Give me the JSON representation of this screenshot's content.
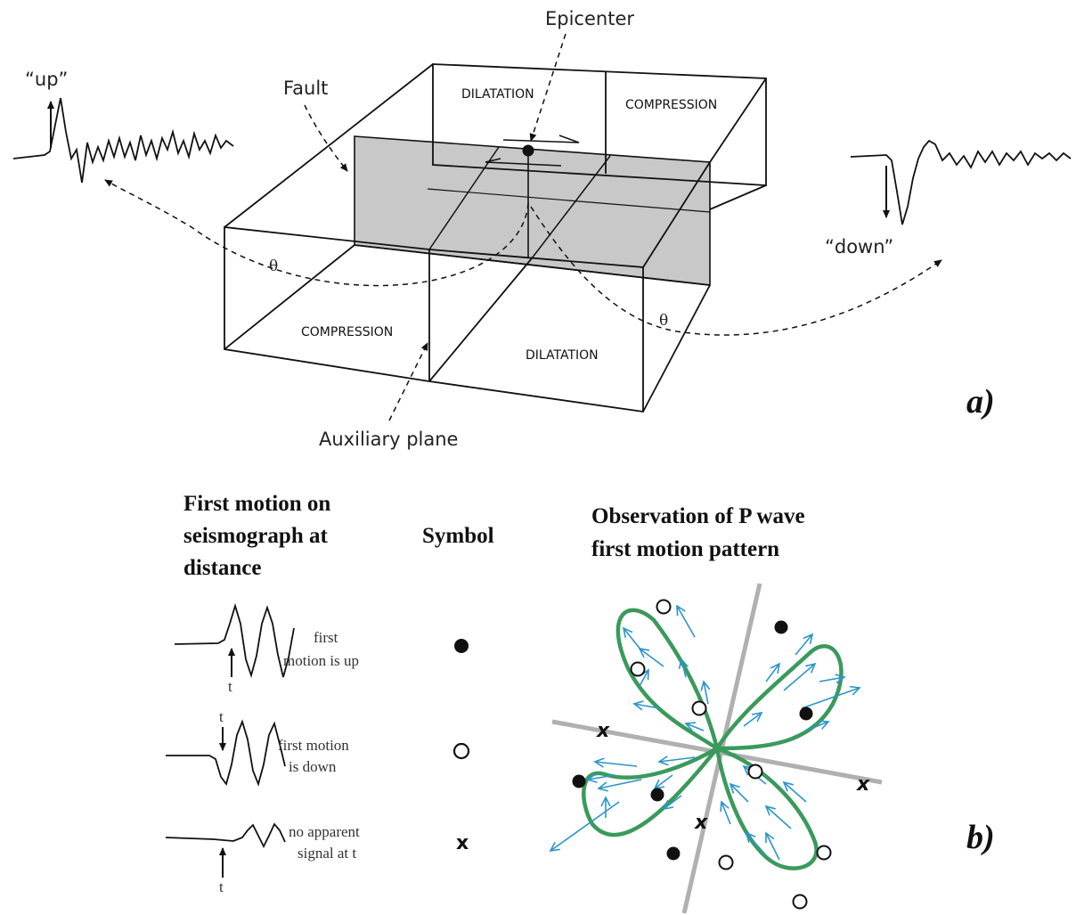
{
  "panel_a": {
    "epicenter": "Epicenter",
    "fault": "Fault",
    "auxiliary_plane": "Auxiliary plane",
    "up": "“up”",
    "down": "“down”",
    "theta": "θ",
    "quadrants": {
      "dilatation_back": "DILATATION",
      "compression_back": "COMPRESSION",
      "compression_front": "COMPRESSION",
      "dilatation_front": "DILATATION"
    },
    "label": "a)"
  },
  "panel_b": {
    "heading_first_motion": [
      "First motion on",
      "seismograph at",
      "distance"
    ],
    "heading_symbol": "Symbol",
    "heading_observation": [
      "Observation of P wave",
      "first motion pattern"
    ],
    "rows": [
      {
        "text": [
          "first",
          "motion is up"
        ],
        "arrow_label": "t",
        "symbol": "filled-circle"
      },
      {
        "text": [
          "first motion",
          "is down"
        ],
        "arrow_label": "t",
        "symbol": "open-circle"
      },
      {
        "text": [
          "no apparent",
          "signal at t"
        ],
        "arrow_label": "t",
        "symbol": "x",
        "symbol_text": "x"
      }
    ],
    "nodal_marks": [
      "x",
      "x",
      "x"
    ],
    "label": "b)"
  },
  "colors": {
    "lobe": "#3a9a5c",
    "arrow": "#2b95c9",
    "nodal_line": "#b0b0b0",
    "fault_plane": "#c8c8c8"
  }
}
